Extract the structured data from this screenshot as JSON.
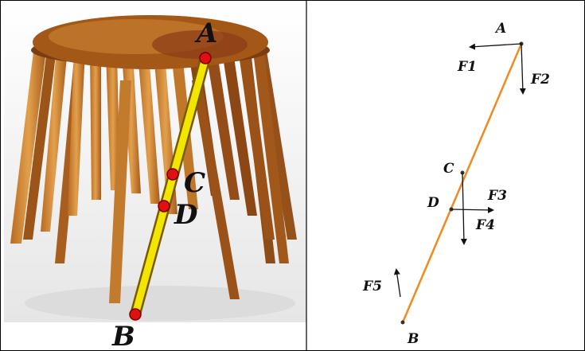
{
  "photo": {
    "subject_icon": "wooden-stool-photo",
    "highlight_color": "#f2e600",
    "point_color": "#e01010",
    "labels": {
      "A": "A",
      "B": "B",
      "C": "C",
      "D": "D"
    }
  },
  "force_diagram": {
    "rod_color": "#f08a1e",
    "arrow_color": "#111111",
    "point_labels": {
      "A": "A",
      "B": "B",
      "C": "C",
      "D": "D"
    },
    "force_labels": {
      "F1": "F1",
      "F2": "F2",
      "F3": "F3",
      "F4": "F4",
      "F5": "F5"
    }
  }
}
